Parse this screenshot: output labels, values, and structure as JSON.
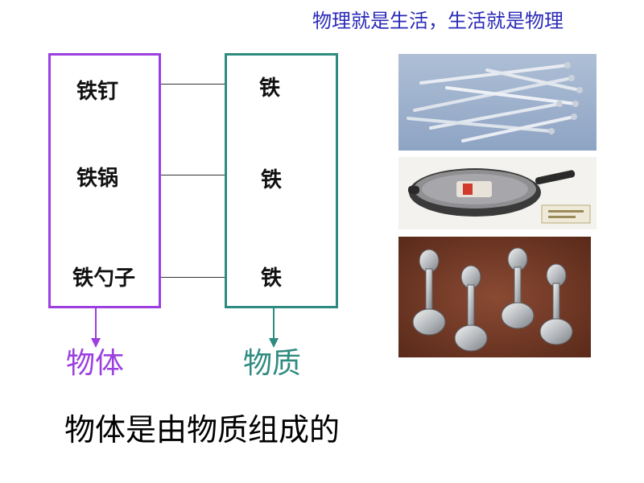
{
  "slogan": "物理就是生活，生活就是物理",
  "objects": [
    "铁钉",
    "铁锅",
    "铁勺子"
  ],
  "substances": [
    "铁",
    "铁",
    "铁"
  ],
  "category_object": "物体",
  "category_substance": "物质",
  "conclusion": "物体是由物质组成的",
  "photos": [
    {
      "subject": "nails-photo"
    },
    {
      "subject": "wok-photo"
    },
    {
      "subject": "spoons-photo"
    }
  ],
  "colors": {
    "slogan": "#2b2bb8",
    "object_box": "#9b3fe0",
    "substance_box": "#2e8b80"
  }
}
